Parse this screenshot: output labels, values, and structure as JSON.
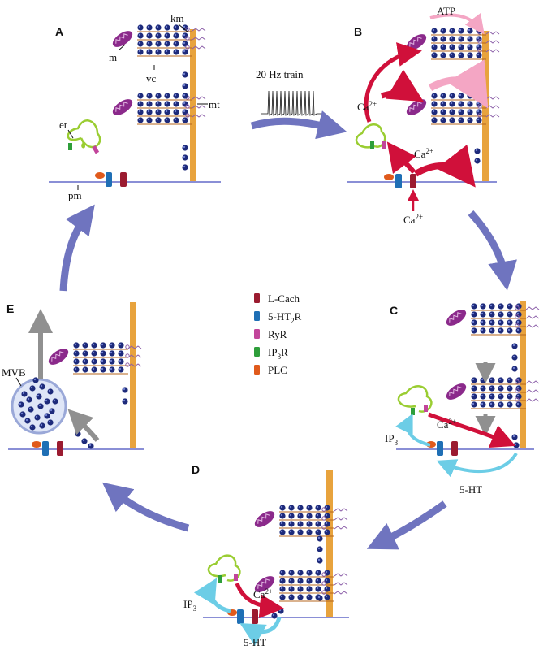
{
  "panels": {
    "a": "A",
    "b": "B",
    "c": "C",
    "d": "D",
    "e": "E"
  },
  "labels": {
    "km": "km",
    "m": "m",
    "vc": "vc",
    "mt": "mt",
    "er": "er",
    "pm": "pm",
    "train": "20 Hz train",
    "atp": "ATP",
    "ca": "Ca",
    "ca_sup": "2+",
    "ip": "IP",
    "ip_sub": "3",
    "ht": "5-HT",
    "mvb": "MVB"
  },
  "legend": [
    {
      "label": "L-Cach",
      "color": "#9b1b30"
    },
    {
      "label": "5-HT",
      "sub": "2",
      "suffix": "R",
      "color": "#1f6fb5"
    },
    {
      "label": "RyR",
      "color": "#c2459b"
    },
    {
      "label": "IP",
      "sub": "3",
      "suffix": "R",
      "color": "#2e9e3a"
    },
    {
      "label": "PLC",
      "color": "#e05a1c"
    }
  ],
  "colors": {
    "vesicle": "#1d2a7a",
    "actin": "#b5651d",
    "microtubule": "#e8a33d",
    "membrane": "#8a8fd6",
    "er": "#9acd32",
    "mito": "#8b2a8b",
    "cycle_arrow": "#6f74bf",
    "ca_arrow": "#d0103a",
    "atp_arrow": "#f4a6c4",
    "ip3_arrow": "#6ccde6",
    "grey_arrow": "#909090"
  }
}
